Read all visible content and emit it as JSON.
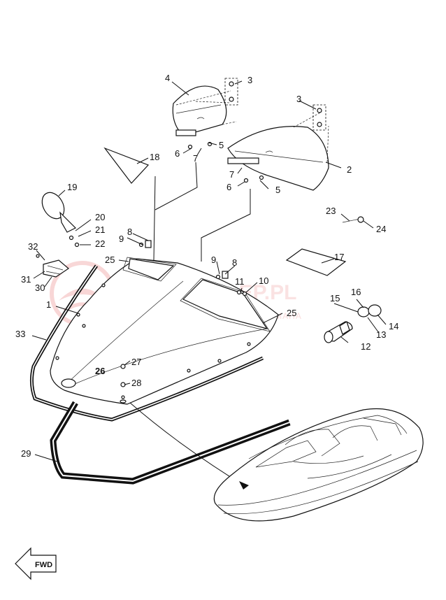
{
  "watermark": {
    "brand": "YAMASKLEP.PL",
    "tagline": "AUTORYZOWANY DEALER YAMAHA",
    "color": "#e04a4a"
  },
  "direction_badge": {
    "label": "FWD",
    "icon": "fwd-arrow-icon"
  },
  "callouts": {
    "c1": "1",
    "c2": "2",
    "c3a": "3",
    "c3b": "3",
    "c4": "4",
    "c5a": "5",
    "c5b": "5",
    "c6a": "6",
    "c6b": "6",
    "c7a": "7",
    "c7b": "7",
    "c8a": "8",
    "c8b": "8",
    "c9a": "9",
    "c9b": "9",
    "c10": "10",
    "c11": "11",
    "c12": "12",
    "c13": "13",
    "c14": "14",
    "c15": "15",
    "c16": "16",
    "c17": "17",
    "c18": "18",
    "c19": "19",
    "c20": "20",
    "c21": "21",
    "c22": "22",
    "c23": "23",
    "c24": "24",
    "c25a": "25",
    "c25b": "25",
    "c26": "26",
    "c27": "27",
    "c28": "28",
    "c29": "29",
    "c30": "30",
    "c31": "31",
    "c32": "32",
    "c33": "33"
  },
  "colors": {
    "line": "#111111",
    "paper": "#ffffff",
    "accent": "#e04a4a"
  }
}
